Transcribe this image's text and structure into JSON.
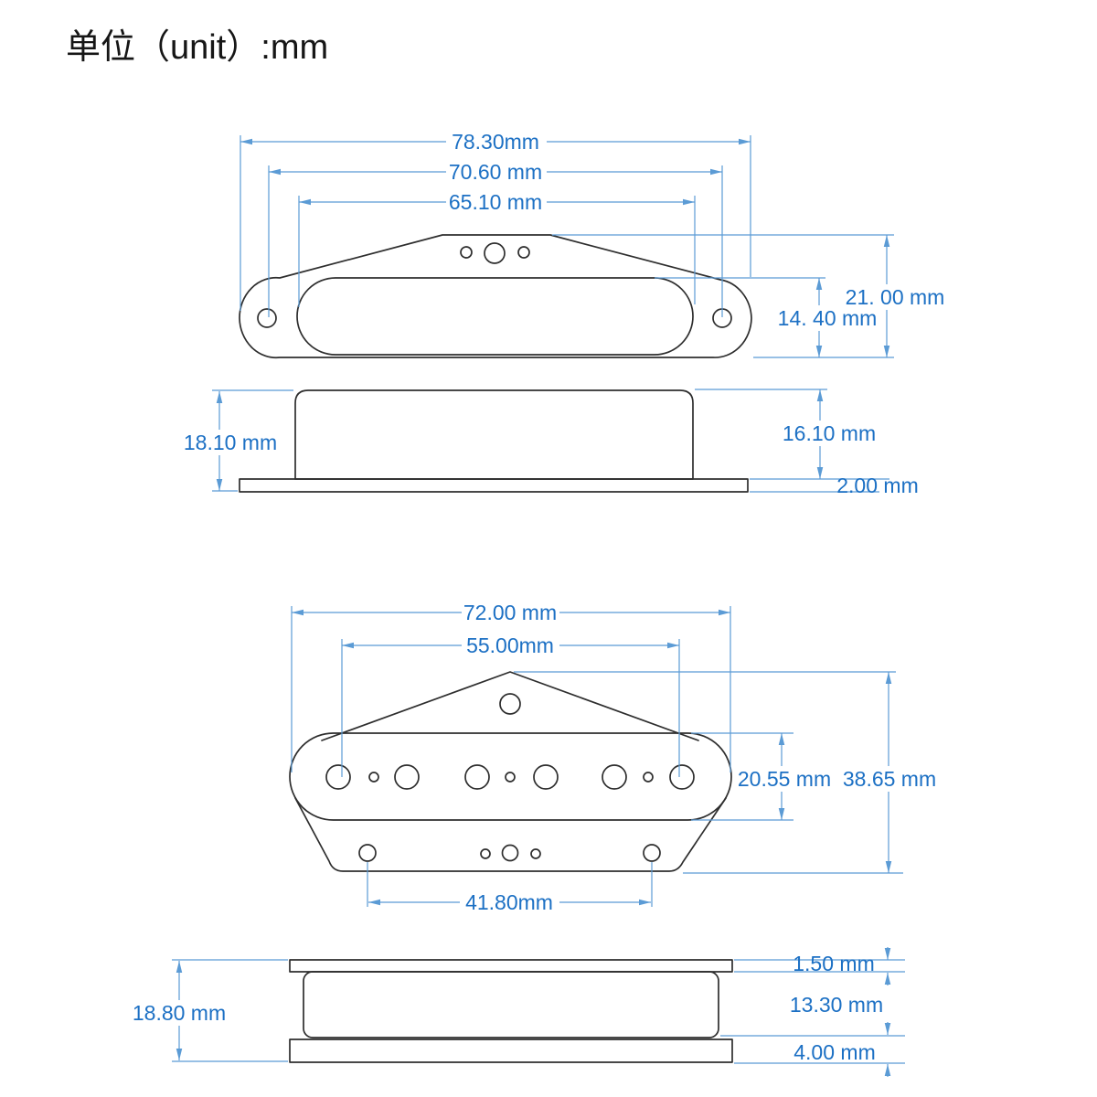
{
  "title": "单位（unit）:mm",
  "colors": {
    "dimension_line": "#5b9bd5",
    "dimension_text": "#1c70c4",
    "outline": "#2e2e2e",
    "background": "#ffffff"
  },
  "neck_pickup": {
    "top_view": {
      "outer_width": "78.30mm",
      "mount_hole_spacing": "70.60 mm",
      "cover_width": "65.10 mm",
      "total_depth": "21. 00 mm",
      "cover_depth": "14. 40 mm"
    },
    "side_view": {
      "total_height": "18.10 mm",
      "cover_height": "16.10 mm",
      "baseplate_thickness": "2.00 mm"
    }
  },
  "bridge_pickup": {
    "top_view": {
      "outer_width": "72.00 mm",
      "pole_spacing": "55.00mm",
      "cover_depth": "20.55 mm",
      "total_depth": "38.65 mm",
      "screw_spacing": "41.80mm"
    },
    "side_view": {
      "total_height": "18.80 mm",
      "top_plate_thickness": "1.50 mm",
      "bobbin_height": "13.30 mm",
      "baseplate_thickness": "4.00 mm"
    }
  }
}
